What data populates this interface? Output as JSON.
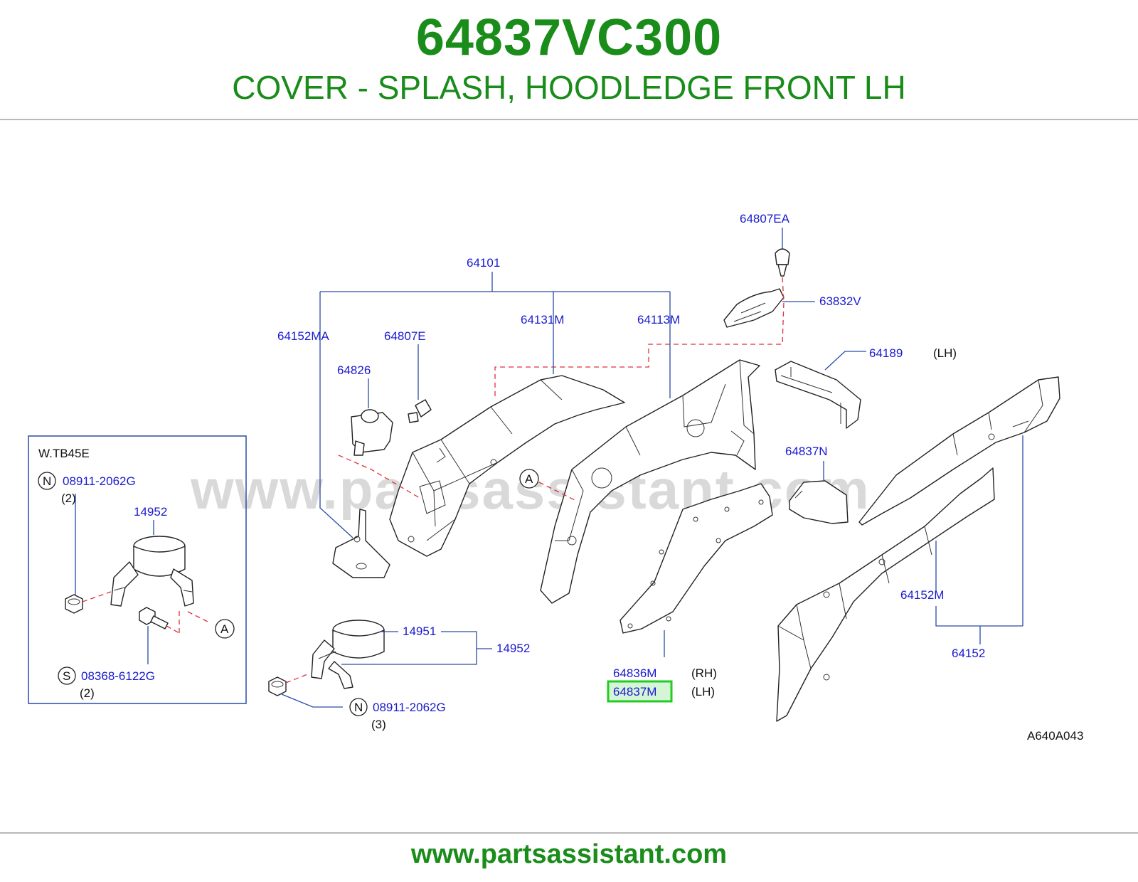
{
  "header": {
    "part_number": "64837VC300",
    "description": "COVER - SPLASH, HOODLEDGE FRONT LH"
  },
  "footer": {
    "url": "www.partsassistant.com"
  },
  "watermark": "www.partsassistant.com",
  "colors": {
    "title_green": "#1a8c1a",
    "label_blue": "#1a1ad0",
    "highlight_green": "#22cc22",
    "dashed_red": "#e0303a",
    "leader_blue": "#2a4aa8"
  },
  "inset": {
    "title": "W.TB45E",
    "callout_a": "A",
    "fasteners": [
      {
        "symbol": "N",
        "part": "08911-2062G",
        "qty": "(2)"
      },
      {
        "symbol": "S",
        "part": "08368-6122G",
        "qty": "(2)"
      }
    ],
    "bracket": "14952"
  },
  "labels": {
    "p64807EA": "64807EA",
    "p64101": "64101",
    "p63832V": "63832V",
    "p64131M": "64131M",
    "p64113M": "64113M",
    "p64152MA": "64152MA",
    "p64807E": "64807E",
    "p64826": "64826",
    "p64189": "64189",
    "p64189_side": "(LH)",
    "p64837N": "64837N",
    "callout_a": "A",
    "p14951": "14951",
    "p14952": "14952",
    "fastener_n_symbol": "N",
    "fastener_n_part": "08911-2062G",
    "fastener_n_qty": "(3)",
    "p64836M": "64836M",
    "p64836M_side": "(RH)",
    "p64837M": "64837M",
    "p64837M_side": "(LH)",
    "p64152M": "64152M",
    "p64152": "64152",
    "diagram_code": "A640A043"
  }
}
